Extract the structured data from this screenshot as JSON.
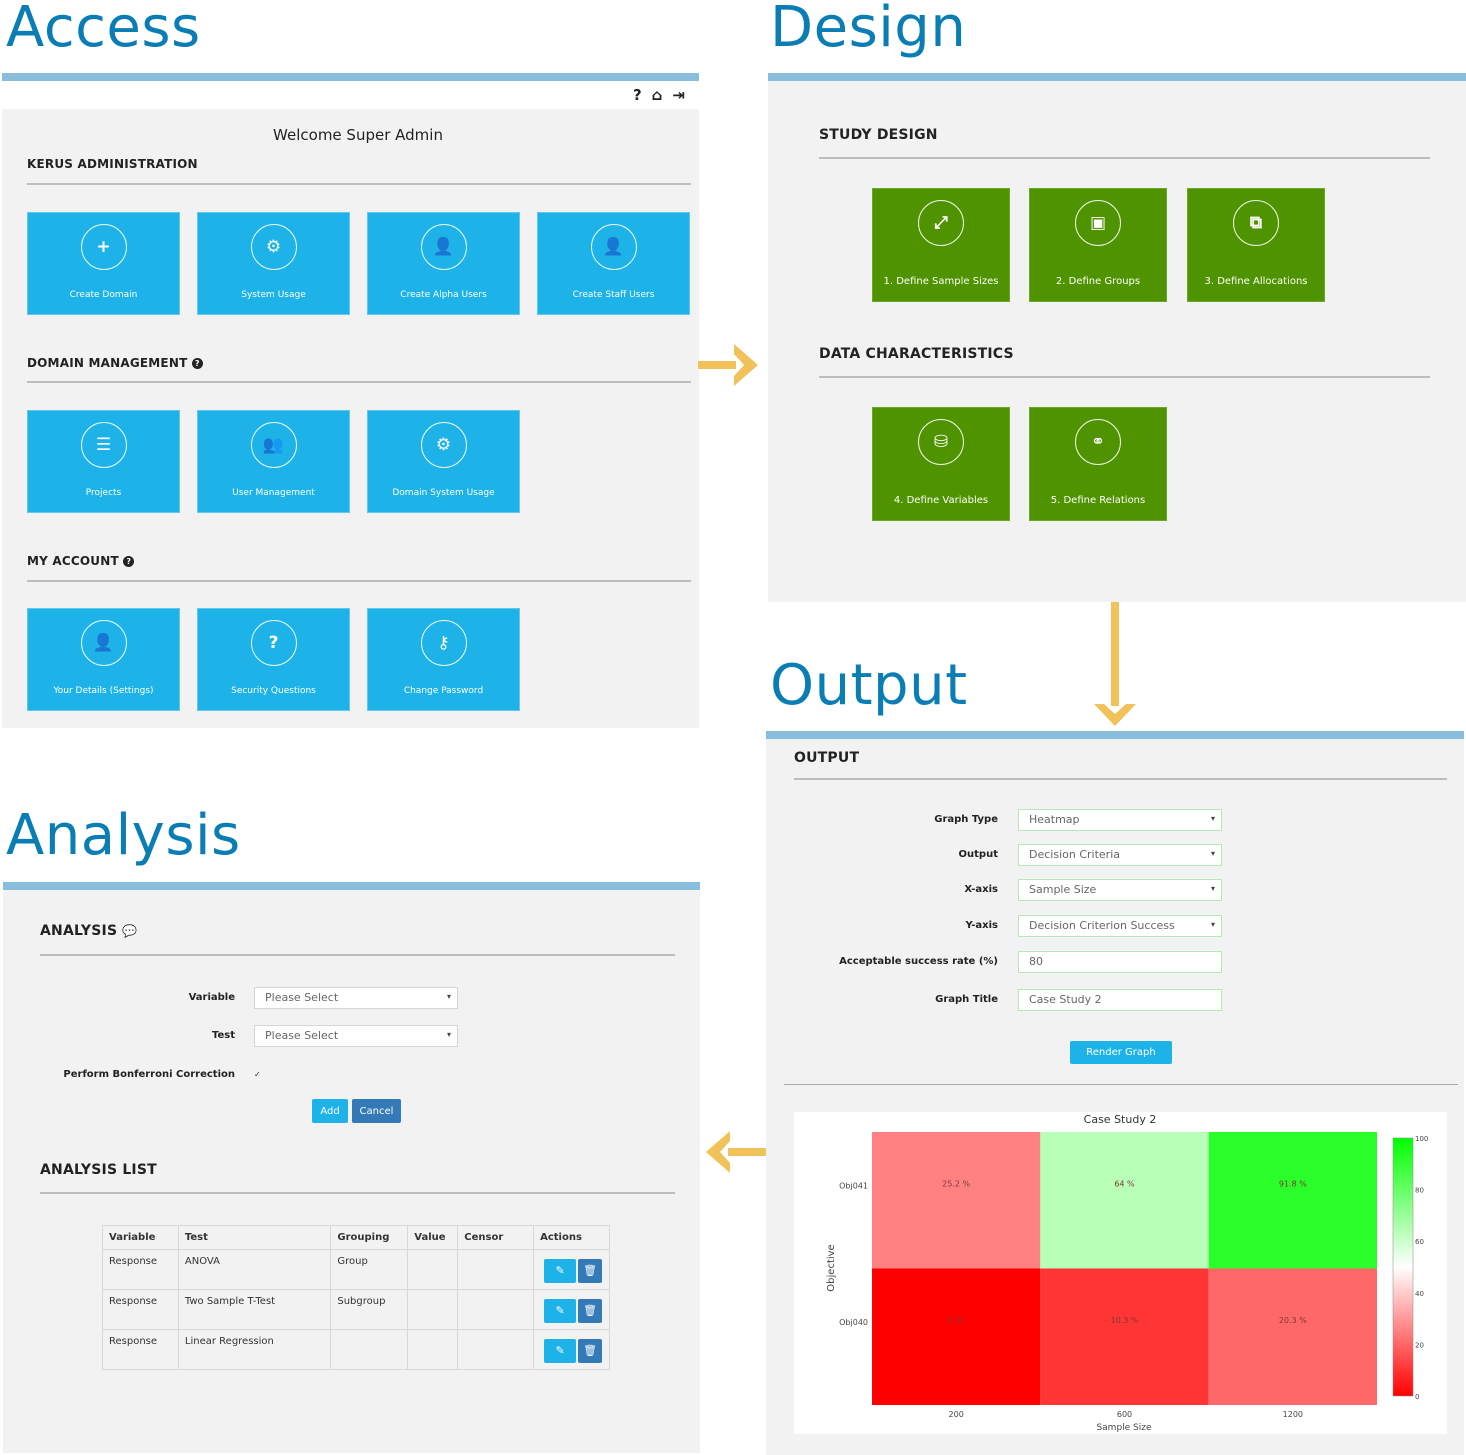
{
  "titles": {
    "access": "Access",
    "design": "Design",
    "output": "Output",
    "analysis": "Analysis"
  },
  "colors": {
    "tile_blue": "#1eb3e8",
    "tile_green": "#4f9400",
    "title_blue": "#0b7db5",
    "arrow": "#f1c25a",
    "panel_bar": "#86bedc"
  },
  "access": {
    "topbar_icons": [
      "question-icon",
      "home-icon",
      "logout-icon"
    ],
    "topbar_glyphs": [
      "?",
      "⌂",
      "⇥"
    ],
    "welcome": "Welcome Super Admin",
    "admin_heading": "KERUS ADMINISTRATION",
    "admin_tiles": [
      {
        "label": "Create Domain",
        "icon": "plus-icon",
        "glyph": "+"
      },
      {
        "label": "System Usage",
        "icon": "gears-icon",
        "glyph": "⚙"
      },
      {
        "label": "Create Alpha Users",
        "icon": "add-user-icon",
        "glyph": "👤"
      },
      {
        "label": "Create Staff Users",
        "icon": "add-user-icon",
        "glyph": "👤"
      }
    ],
    "domain_heading": "DOMAIN MANAGEMENT",
    "domain_tiles": [
      {
        "label": "Projects",
        "icon": "list-icon",
        "glyph": "☰"
      },
      {
        "label": "User Management",
        "icon": "users-icon",
        "glyph": "👥"
      },
      {
        "label": "Domain System Usage",
        "icon": "gear-icon",
        "glyph": "⚙"
      }
    ],
    "account_heading": "MY ACCOUNT",
    "account_tiles": [
      {
        "label": "Your Details (Settings)",
        "icon": "user-icon",
        "glyph": "👤"
      },
      {
        "label": "Security Questions",
        "icon": "question-icon",
        "glyph": "?"
      },
      {
        "label": "Change Password",
        "icon": "key-icon",
        "glyph": "⚷"
      }
    ]
  },
  "design": {
    "study_heading": "STUDY DESIGN",
    "study_tiles": [
      {
        "label": "1. Define Sample Sizes",
        "icon": "resize-icon",
        "glyph": "⤢"
      },
      {
        "label": "2. Define Groups",
        "icon": "group-objects-icon",
        "glyph": "▣"
      },
      {
        "label": "3. Define Allocations",
        "icon": "allocation-icon",
        "glyph": "⧉"
      }
    ],
    "data_heading": "DATA CHARACTERISTICS",
    "data_tiles": [
      {
        "label": "4. Define Variables",
        "icon": "drive-icon",
        "glyph": "⛁"
      },
      {
        "label": "5. Define Relations",
        "icon": "link-icon",
        "glyph": "⚭"
      }
    ]
  },
  "output": {
    "heading": "OUTPUT",
    "fields": [
      {
        "label": "Graph Type",
        "value": "Heatmap",
        "type": "select"
      },
      {
        "label": "Output",
        "value": "Decision Criteria",
        "type": "select"
      },
      {
        "label": "X-axis",
        "value": "Sample Size",
        "type": "select"
      },
      {
        "label": "Y-axis",
        "value": "Decision Criterion Success",
        "type": "select"
      },
      {
        "label": "Acceptable success rate (%)",
        "value": "80",
        "type": "input"
      },
      {
        "label": "Graph Title",
        "value": "Case Study 2",
        "type": "input"
      }
    ],
    "render_button": "Render Graph"
  },
  "chart_data": {
    "type": "heatmap",
    "title": "Case Study 2",
    "xlabel": "Sample Size",
    "ylabel": "Objective",
    "x": [
      "200",
      "600",
      "1200"
    ],
    "y": [
      "Obj041",
      "Obj040"
    ],
    "values": [
      [
        25.2,
        64,
        91.8
      ],
      [
        0,
        10.3,
        20.3
      ]
    ],
    "cell_labels": [
      [
        "25.2 %",
        "64 %",
        "91.8 %"
      ],
      [
        "0 %",
        "10.3 %",
        "20.3 %"
      ]
    ],
    "colorbar_ticks": [
      "100",
      "80",
      "60",
      "40",
      "20",
      "0"
    ],
    "colorscale": [
      "#ff0000",
      "#ffffff",
      "#00ff00"
    ],
    "zlim": [
      0,
      100
    ]
  },
  "analysis": {
    "heading": "ANALYSIS",
    "variable_label": "Variable",
    "variable_value": "Please Select",
    "test_label": "Test",
    "test_value": "Please Select",
    "bonferroni_label": "Perform Bonferroni Correction",
    "bonferroni_checked": "✓",
    "add_button": "Add",
    "cancel_button": "Cancel",
    "list_heading": "ANALYSIS LIST",
    "columns": [
      "Variable",
      "Test",
      "Grouping",
      "Value",
      "Censor",
      "Actions"
    ],
    "rows": [
      [
        "Response",
        "ANOVA",
        "Group",
        "",
        ""
      ],
      [
        "Response",
        "Two Sample T-Test",
        "Subgroup",
        "",
        ""
      ],
      [
        "Response",
        "Linear Regression",
        "",
        "",
        ""
      ]
    ],
    "edit_glyph": "✎",
    "delete_glyph": "🗑"
  }
}
